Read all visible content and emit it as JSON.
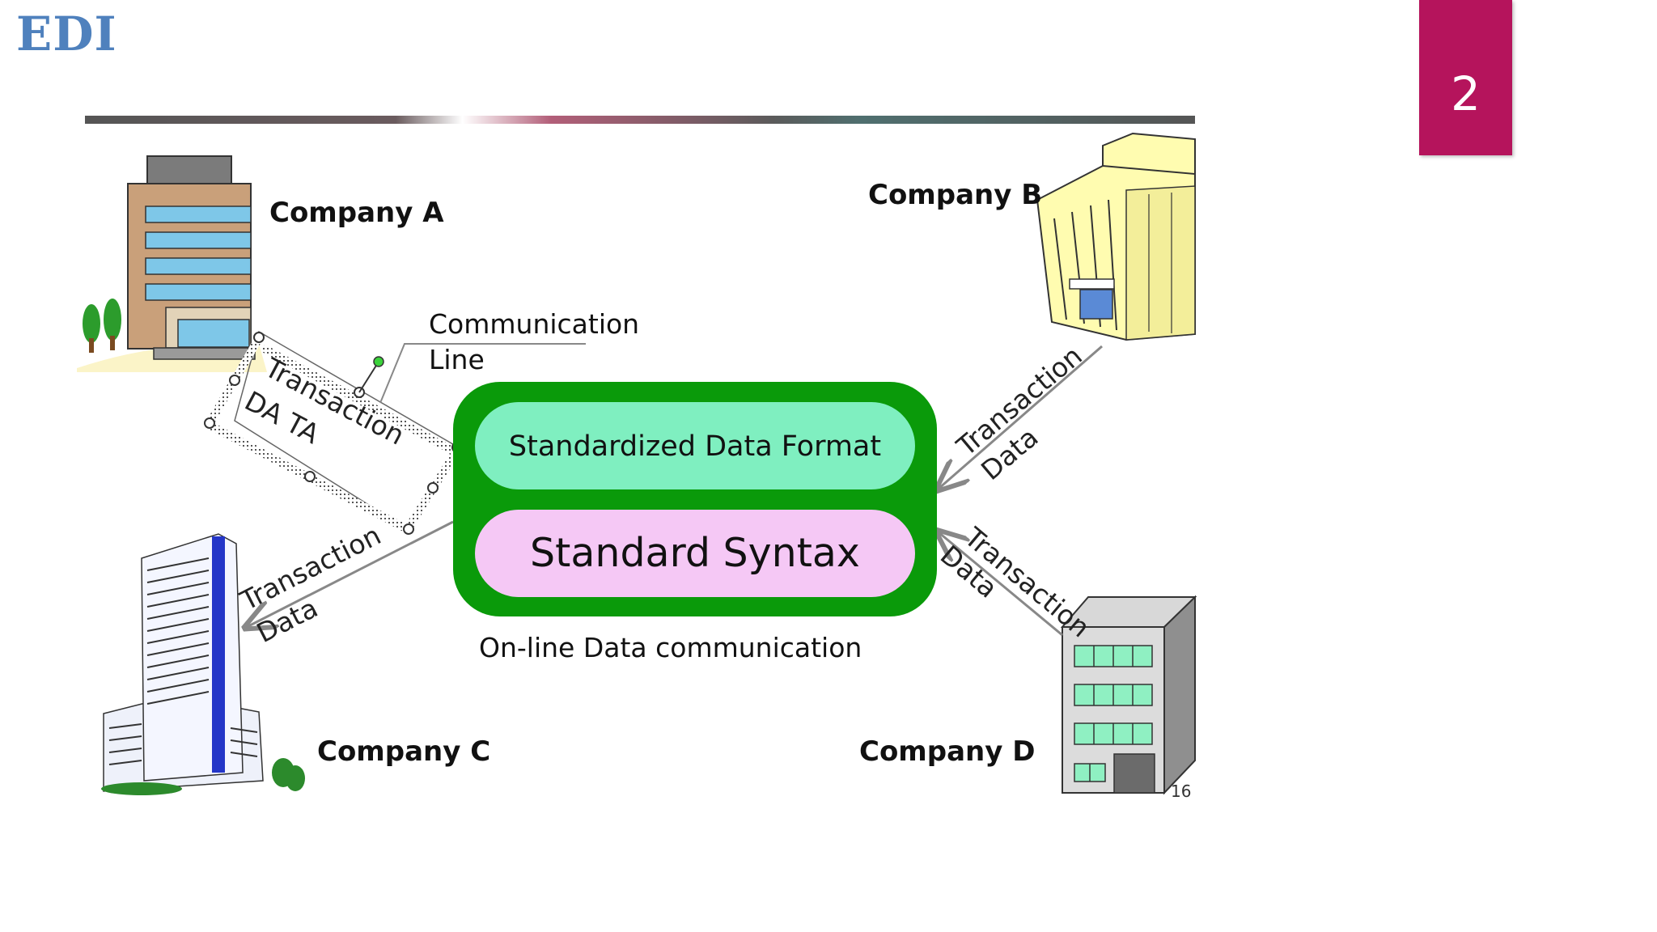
{
  "slide": {
    "title": "EDI",
    "page_number": "2",
    "accent_color": "#b5145c",
    "title_color": "#4f81bd"
  },
  "diagram": {
    "companies": [
      "Company A",
      "Company B",
      "Company C",
      "Company D"
    ],
    "callout": {
      "line1": "Communication",
      "line2": "Line"
    },
    "center": {
      "top_label": "Standardized Data Format",
      "bottom_label": "Standard Syntax",
      "caption": "On-line Data communication",
      "box_color": "#0a9a0a",
      "top_fill": "#7fefc0",
      "bottom_fill": "#f5c8f5"
    },
    "links": {
      "a": {
        "line1": "Transaction",
        "line2": "DA TA"
      },
      "b": {
        "line1": "Transaction",
        "line2": "Data"
      },
      "c": {
        "line1": "Transaction",
        "line2": "Data"
      },
      "d": {
        "line1": "Transaction",
        "line2": "Data"
      }
    },
    "slide_ref": "16"
  }
}
